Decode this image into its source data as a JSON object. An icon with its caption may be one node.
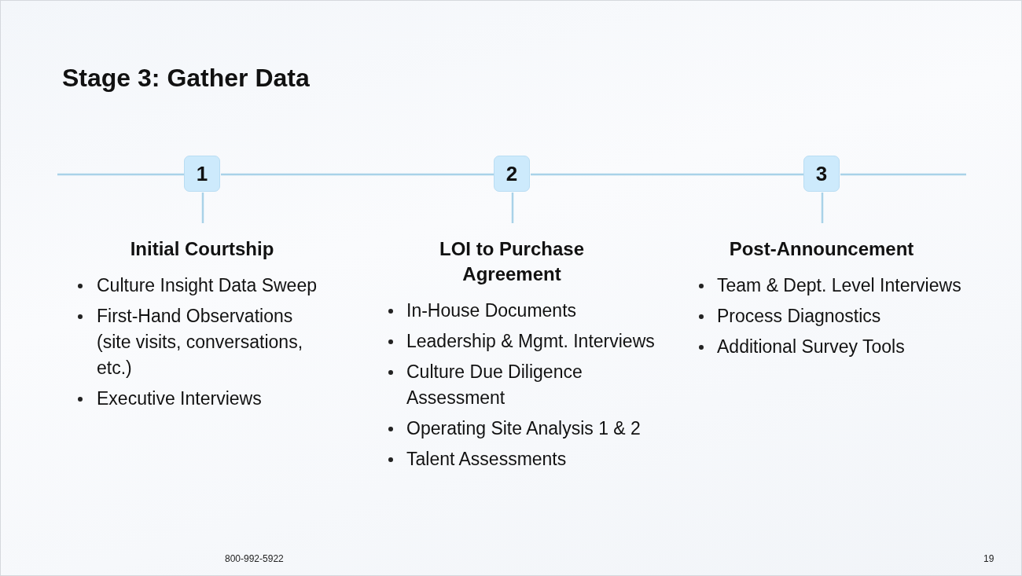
{
  "diagram": {
    "title": "Stage 3: Gather Data",
    "nodes": [
      {
        "text": [
          "1"
        ]
      },
      {
        "text": [
          "2"
        ]
      },
      {
        "text": [
          "3"
        ]
      },
      {
        "text": [
          "Initial Courtship",
          "Culture Insight Data Sweep",
          "First-Hand Observations (site visits, conversations, etc.)",
          "Executive Interviews"
        ]
      },
      {
        "text": [
          "LOI to Purchase Agreement",
          "In-House Documents",
          "Leadership & Mgmt. Interviews",
          "Culture Due Diligence Assessment",
          "Operating Site Analysis 1 & 2",
          "Talent Assessments"
        ]
      },
      {
        "text": [
          "Post-Announcement",
          "Team & Dept. Level Interviews",
          "Process Diagnostics",
          "Additional Survey Tools"
        ]
      }
    ],
    "edges": [
      {
        "from": null,
        "to": 0,
        "arrow": "none"
      },
      {
        "from": 0,
        "to": 1,
        "arrow": "none"
      },
      {
        "from": 1,
        "to": 2,
        "arrow": "none"
      },
      {
        "from": 2,
        "to": null,
        "arrow": "none"
      },
      {
        "from": 0,
        "to": 3,
        "arrow": "none"
      },
      {
        "from": 1,
        "to": 4,
        "arrow": "none"
      },
      {
        "from": 2,
        "to": 5,
        "arrow": "none"
      }
    ],
    "labels": [
      "800-992-5922",
      "19"
    ]
  }
}
